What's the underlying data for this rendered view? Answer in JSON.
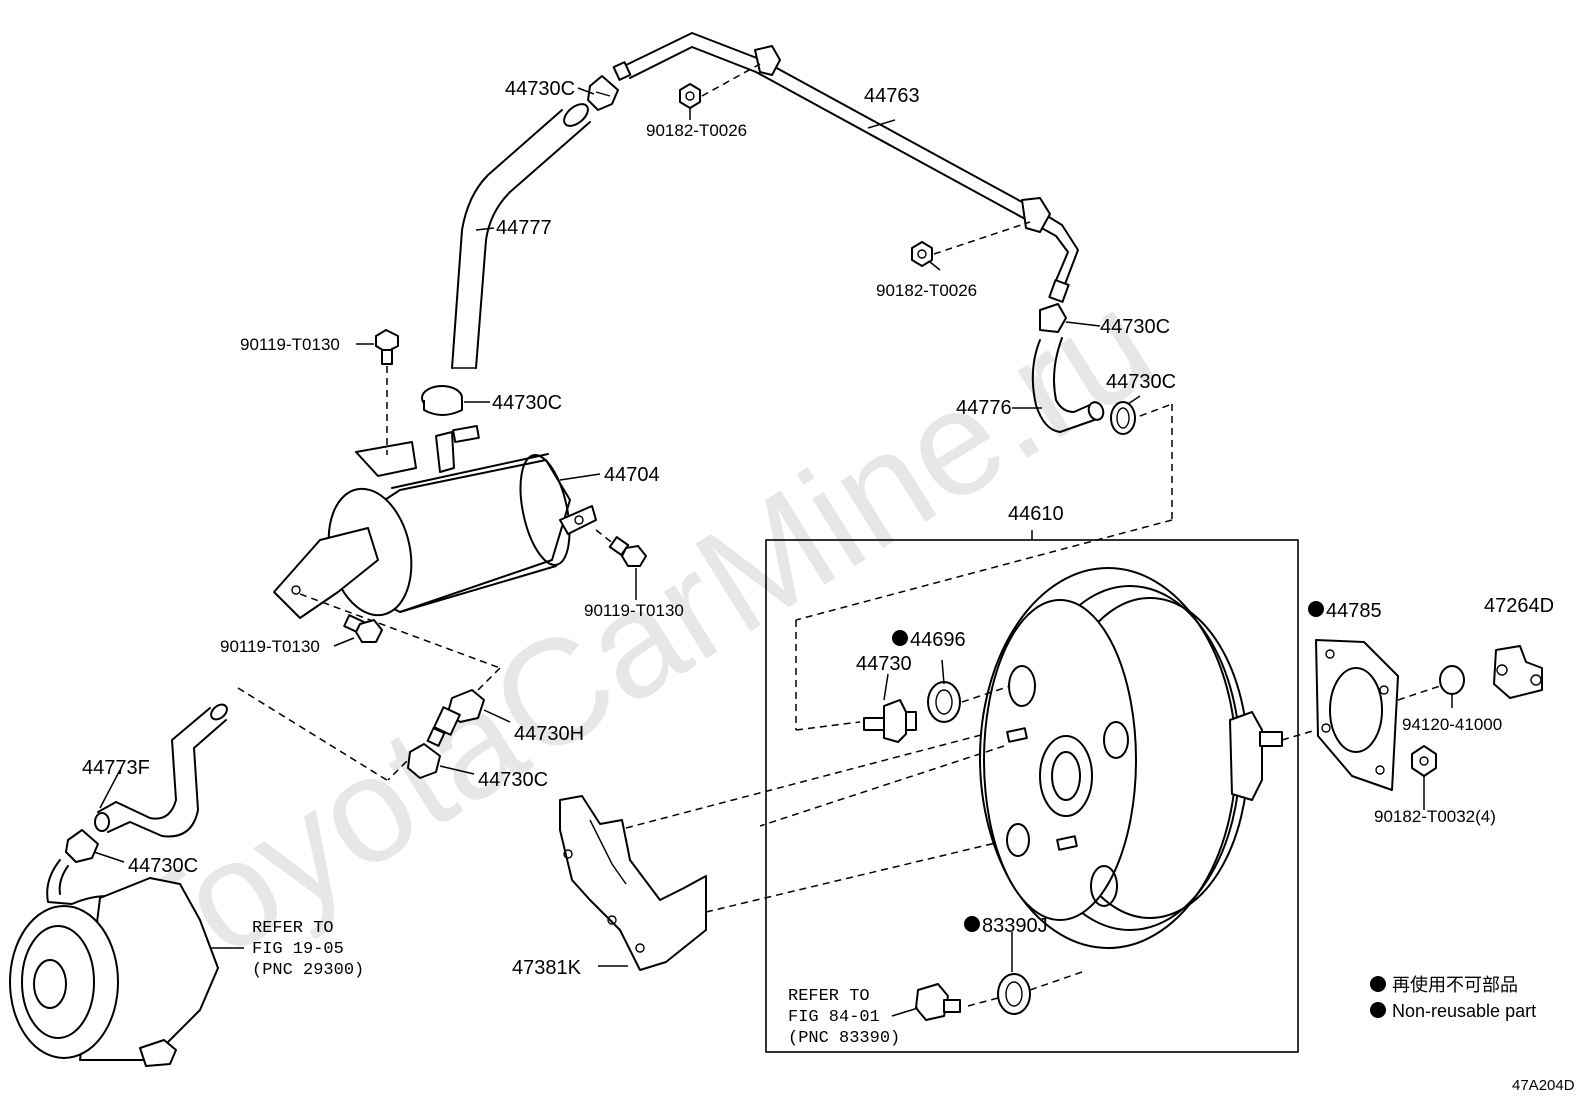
{
  "watermark": "ToyotaCarMine.ru",
  "labels": {
    "p44730c_1": "44730C",
    "p90182_1": "90182-T0026",
    "p44763": "44763",
    "p44777": "44777",
    "p90182_2": "90182-T0026",
    "p44730c_2": "44730C",
    "p90119_1": "90119-T0130",
    "p44730c_3": "44730C",
    "p44730c_4": "44730C",
    "p44776": "44776",
    "p44704": "44704",
    "p44610": "44610",
    "p90119_2": "90119-T0130",
    "p90119_3": "90119-T0130",
    "p44785": "44785",
    "p47264d": "47264D",
    "p44696": "44696",
    "p44730": "44730",
    "p44730h": "44730H",
    "p94120": "94120-41000",
    "p44773f": "44773F",
    "p44730c_5": "44730C",
    "p90182_3": "90182-T0032(4)",
    "p44730c_6": "44730C",
    "p47381k": "47381K",
    "p83390j": "83390J"
  },
  "refer_compressor": [
    "REFER TO",
    "FIG 19-05",
    "(PNC 29300)"
  ],
  "refer_sensor": [
    "REFER TO",
    "FIG 84-01",
    "(PNC 83390)"
  ],
  "legend": {
    "line1": "再使用不可部品",
    "line2": "Non-reusable part"
  },
  "figure_code": "47A204D"
}
